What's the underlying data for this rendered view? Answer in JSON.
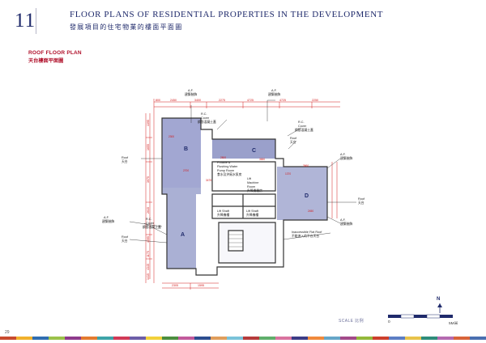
{
  "header": {
    "section_number": "11",
    "title": "FLOOR PLANS OF RESIDENTIAL PROPERTIES IN THE DEVELOPMENT",
    "title_cn": "發展項目的住宅物業的樓面平面圖"
  },
  "subtitle": {
    "en": "ROOF FLOOR PLAN",
    "cn": "天台樓面平面圖"
  },
  "units": {
    "a": "A",
    "b": "B",
    "c": "C",
    "d": "D"
  },
  "rooms": {
    "potable_en": "Potable &",
    "flushing_en": "Flushing Water",
    "pump_en": "Pump Room",
    "pump_cn": "食水及沖廁水泵房",
    "lift_machine_en": "Lift",
    "lift_machine_en2": "Machine",
    "lift_machine_en3": "Room",
    "lift_machine_cn": "升降機機房",
    "lift_shaft_en": "Lift Shaft",
    "lift_shaft_cn": "升降機槽",
    "lift_shaft2_en": "Lift Shaft",
    "lift_shaft2_cn": "升降機槽"
  },
  "annotations": {
    "af_top1": "A.F.",
    "af_top1_cn": "建築裝飾",
    "af_top2": "A.F.",
    "af_top2_cn": "建築裝飾",
    "rc_top_en": "R.C.",
    "rc_top_cn": "Cover",
    "rc_top_cn2": "鋼筋混凝土蓋",
    "rc_right_en": "R.C.",
    "rc_right_cn": "Cover",
    "rc_right_cn2": "鋼筋混凝土蓋",
    "roof_right1": "Roof",
    "roof_right1_cn": "天台",
    "roof_left1": "Roof",
    "roof_left1_cn": "天台",
    "af_right1": "A.F.",
    "af_right1_cn": "建築裝飾",
    "roof_right2": "Roof",
    "roof_right2_cn": "天台",
    "af_left": "A.F.",
    "af_left_cn": "建築裝飾",
    "rc_left_en": "R.C.",
    "rc_left_cn": "Cover",
    "rc_left_cn2": "鋼筋混凝土蓋",
    "roof_left2": "Roof",
    "roof_left2_cn": "天台",
    "af_right2": "A.F.",
    "af_right2_cn": "建築裝飾",
    "inaccessible_en": "Inaccessible Flat Roof",
    "inaccessible_cn": "不能進入的平台天台"
  },
  "dimensions": {
    "top": [
      "800",
      "2450",
      "3400",
      "2275",
      "4725",
      "4725",
      "2250"
    ],
    "bottom": [
      "2305",
      "1595"
    ],
    "left": [
      "1395",
      "1655",
      "3975",
      "2615",
      "4095",
      "1175",
      "4345",
      "1415"
    ],
    "interior": [
      "2300",
      "2700",
      "3475",
      "2800",
      "3650",
      "1370",
      "3660",
      "2450"
    ]
  },
  "scale": {
    "label": "SCALE 比例",
    "zero": "0",
    "five": "5M米",
    "north": "N"
  },
  "page_number": "29",
  "colors": {
    "navy": "#1f2a6b",
    "red_title": "#b0102a",
    "dimension_red": "#d21a1a",
    "unit_fill": "#8e95c6",
    "unit_fill_dark": "#6f78b5",
    "grey_line": "#444444"
  },
  "stripe_colors": [
    "#c84a2e",
    "#f1b12c",
    "#2f6db1",
    "#9bc24a",
    "#8e3b8c",
    "#e47b2f",
    "#3da4a8",
    "#d13a57",
    "#6d5ea8",
    "#f2d13a",
    "#4b8e3f",
    "#c25a9c",
    "#2c4d8f",
    "#e09e5c",
    "#7ac3d9",
    "#b53b3b",
    "#5fae6b",
    "#d9739f",
    "#3c3c86",
    "#f08a3c",
    "#66a6c8",
    "#a24a8a",
    "#93b83a",
    "#cc3f2c",
    "#5d7ec4",
    "#e8c34a",
    "#2e8c7a",
    "#b46ab0",
    "#d8643a",
    "#4a6fb0"
  ]
}
